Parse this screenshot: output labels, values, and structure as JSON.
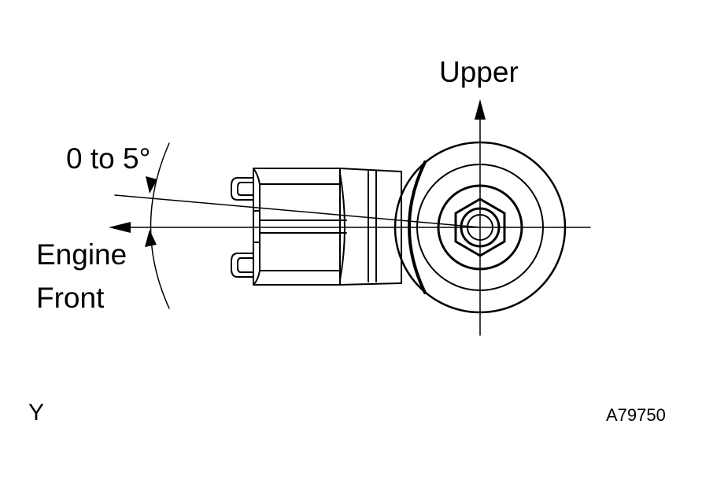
{
  "labels": {
    "upper": "Upper",
    "angle": "0 to 5°",
    "engine_front_line1": "Engine",
    "engine_front_line2": "Front",
    "view_letter": "Y",
    "figure_code": "A79750"
  },
  "colors": {
    "ink": "#000000",
    "background": "#ffffff"
  }
}
